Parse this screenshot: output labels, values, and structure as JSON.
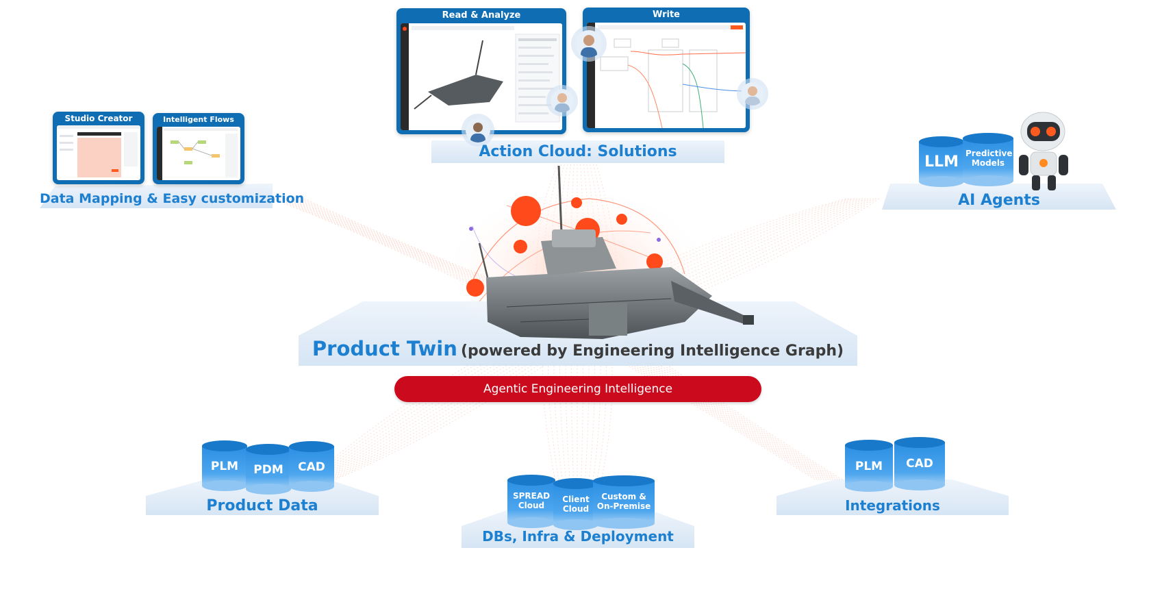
{
  "top_panel": {
    "label": "Action Cloud: Solutions",
    "windows": [
      {
        "title": "Read & Analyze"
      },
      {
        "title": "Write"
      }
    ]
  },
  "left_panel": {
    "label": "Data Mapping & Easy customization",
    "windows": [
      {
        "title": "Studio Creator"
      },
      {
        "title": "Intelligent Flows"
      }
    ]
  },
  "right_panel": {
    "label": "AI Agents",
    "databases": [
      {
        "label": "LLM"
      },
      {
        "label": "Predictive Models"
      }
    ]
  },
  "center": {
    "title": "Product Twin",
    "subtitle": "(powered by Engineering Intelligence Graph)",
    "bar_label": "Agentic Engineering Intelligence"
  },
  "bottom_left": {
    "label": "Product Data",
    "databases": [
      {
        "label": "PLM"
      },
      {
        "label": "PDM"
      },
      {
        "label": "CAD"
      }
    ]
  },
  "bottom_center": {
    "label": "DBs, Infra & Deployment",
    "databases": [
      {
        "label": "SPREAD Cloud"
      },
      {
        "label": "Client Cloud"
      },
      {
        "label": "Custom & On-Premise"
      }
    ]
  },
  "bottom_right": {
    "label": "Integrations",
    "databases": [
      {
        "label": "PLM"
      },
      {
        "label": "CAD"
      }
    ]
  },
  "colors": {
    "brand_blue": "#1d7fcf",
    "card_blue": "#0f6db4",
    "accent_red": "#cc0a1d",
    "node_orange": "#ff4a1c",
    "platform": "#dde9f6"
  }
}
